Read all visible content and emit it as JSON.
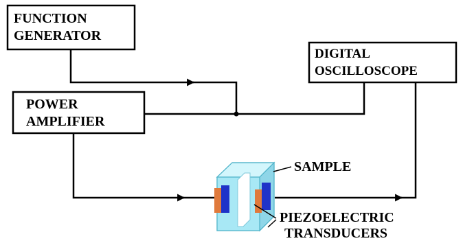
{
  "blocks": {
    "function_generator": {
      "line1": "FUNCTION",
      "line2": "GENERATOR"
    },
    "power_amplifier": {
      "line1": "POWER",
      "line2": "AMPLIFIER"
    },
    "digital_oscilloscope": {
      "line1": "DIGITAL",
      "line2": "OSCILLOSCOPE"
    }
  },
  "labels": {
    "sample": "SAMPLE",
    "transducers_line1": "PIEZOELECTRIC",
    "transducers_line2": "TRANSDUCERS"
  },
  "colors": {
    "line": "#000000",
    "sample_fill": "#9fe3f2",
    "sample_edge": "#4fb3c9",
    "transducer_orange": "#e07a3c",
    "transducer_blue": "#1f33c8"
  }
}
